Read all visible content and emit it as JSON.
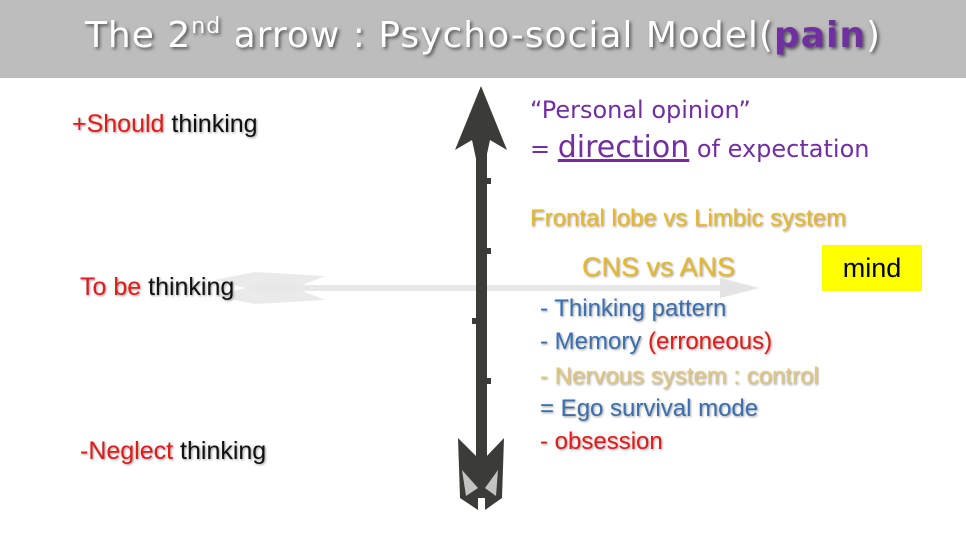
{
  "title": {
    "pre": "The 2",
    "sup": "nd",
    "mid": " arrow : Psycho-social Model(",
    "highlight": "pain",
    "post": ")"
  },
  "left": {
    "should": {
      "colored": "+Should",
      "rest": " thinking"
    },
    "tobe": {
      "colored": "To be",
      "rest": " thinking"
    },
    "neglect": {
      "colored": "-Neglect",
      "rest": " thinking"
    }
  },
  "right": {
    "opinion": "“Personal opinion”",
    "eq": "= ",
    "direction": "direction",
    "of_expectation": " of expectation",
    "frontal": "Frontal lobe vs Limbic system",
    "cns": "CNS vs ANS",
    "mind": "mind",
    "thinking_pattern": "-  Thinking pattern",
    "memory": "-  Memory ",
    "erroneous": "(erroneous)",
    "nervous": "-  Nervous system : control",
    "ego": "= Ego survival mode",
    "obsession": "- obsession"
  },
  "colors": {
    "red": "#e31a1a",
    "purple": "#7030a0",
    "gold": "#e8b825",
    "blue": "#3a6fb0",
    "highlight": "#ffff00",
    "arrow": "#3b3b37"
  },
  "icons": [
    "vertical-arrow-icon",
    "horizontal-arrow-icon"
  ]
}
